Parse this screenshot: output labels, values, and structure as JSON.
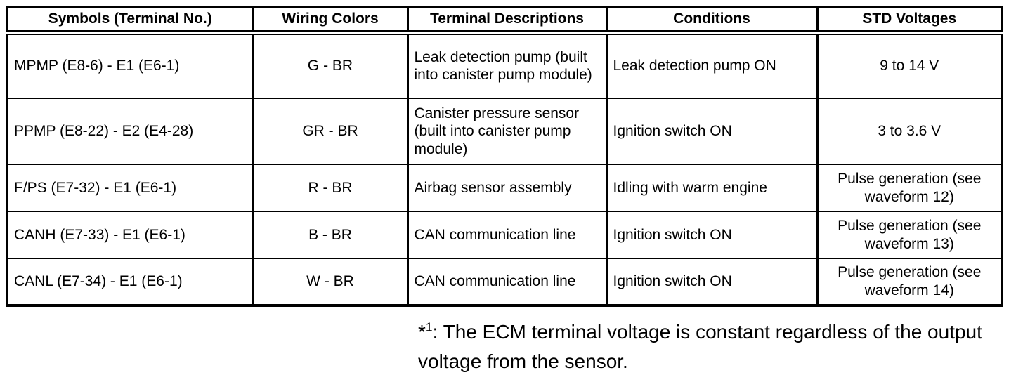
{
  "colors": {
    "background": "#ffffff",
    "text": "#000000",
    "border": "#000000"
  },
  "table": {
    "columns": [
      {
        "label": "Symbols (Terminal No.)"
      },
      {
        "label": "Wiring Colors"
      },
      {
        "label": "Terminal Descriptions"
      },
      {
        "label": "Conditions"
      },
      {
        "label": "STD Voltages"
      }
    ],
    "rows": [
      {
        "symbol": "MPMP (E8-6) - E1 (E6-1)",
        "wiring_color": "G - BR",
        "description": "Leak detection pump (built into canister pump module)",
        "condition": "Leak detection pump ON",
        "std_voltage": "9 to 14 V"
      },
      {
        "symbol": "PPMP (E8-22) - E2 (E4-28)",
        "wiring_color": "GR - BR",
        "description": "Canister pressure sensor (built into canister pump module)",
        "condition": "Ignition switch ON",
        "std_voltage": "3 to 3.6 V"
      },
      {
        "symbol": "F/PS (E7-32) - E1 (E6-1)",
        "wiring_color": "R - BR",
        "description": "Airbag sensor assembly",
        "condition": "Idling with warm engine",
        "std_voltage": "Pulse generation (see waveform 12)"
      },
      {
        "symbol": "CANH (E7-33) - E1 (E6-1)",
        "wiring_color": "B - BR",
        "description": "CAN communication line",
        "condition": "Ignition switch ON",
        "std_voltage": "Pulse generation (see waveform 13)"
      },
      {
        "symbol": "CANL (E7-34) - E1 (E6-1)",
        "wiring_color": "W - BR",
        "description": "CAN communication line",
        "condition": "Ignition switch ON",
        "std_voltage": "Pulse generation (see waveform 14)"
      }
    ]
  },
  "footnote": {
    "marker": "*",
    "superscript": "1",
    "text": ": The ECM terminal voltage is constant regardless of the output voltage from the sensor."
  }
}
